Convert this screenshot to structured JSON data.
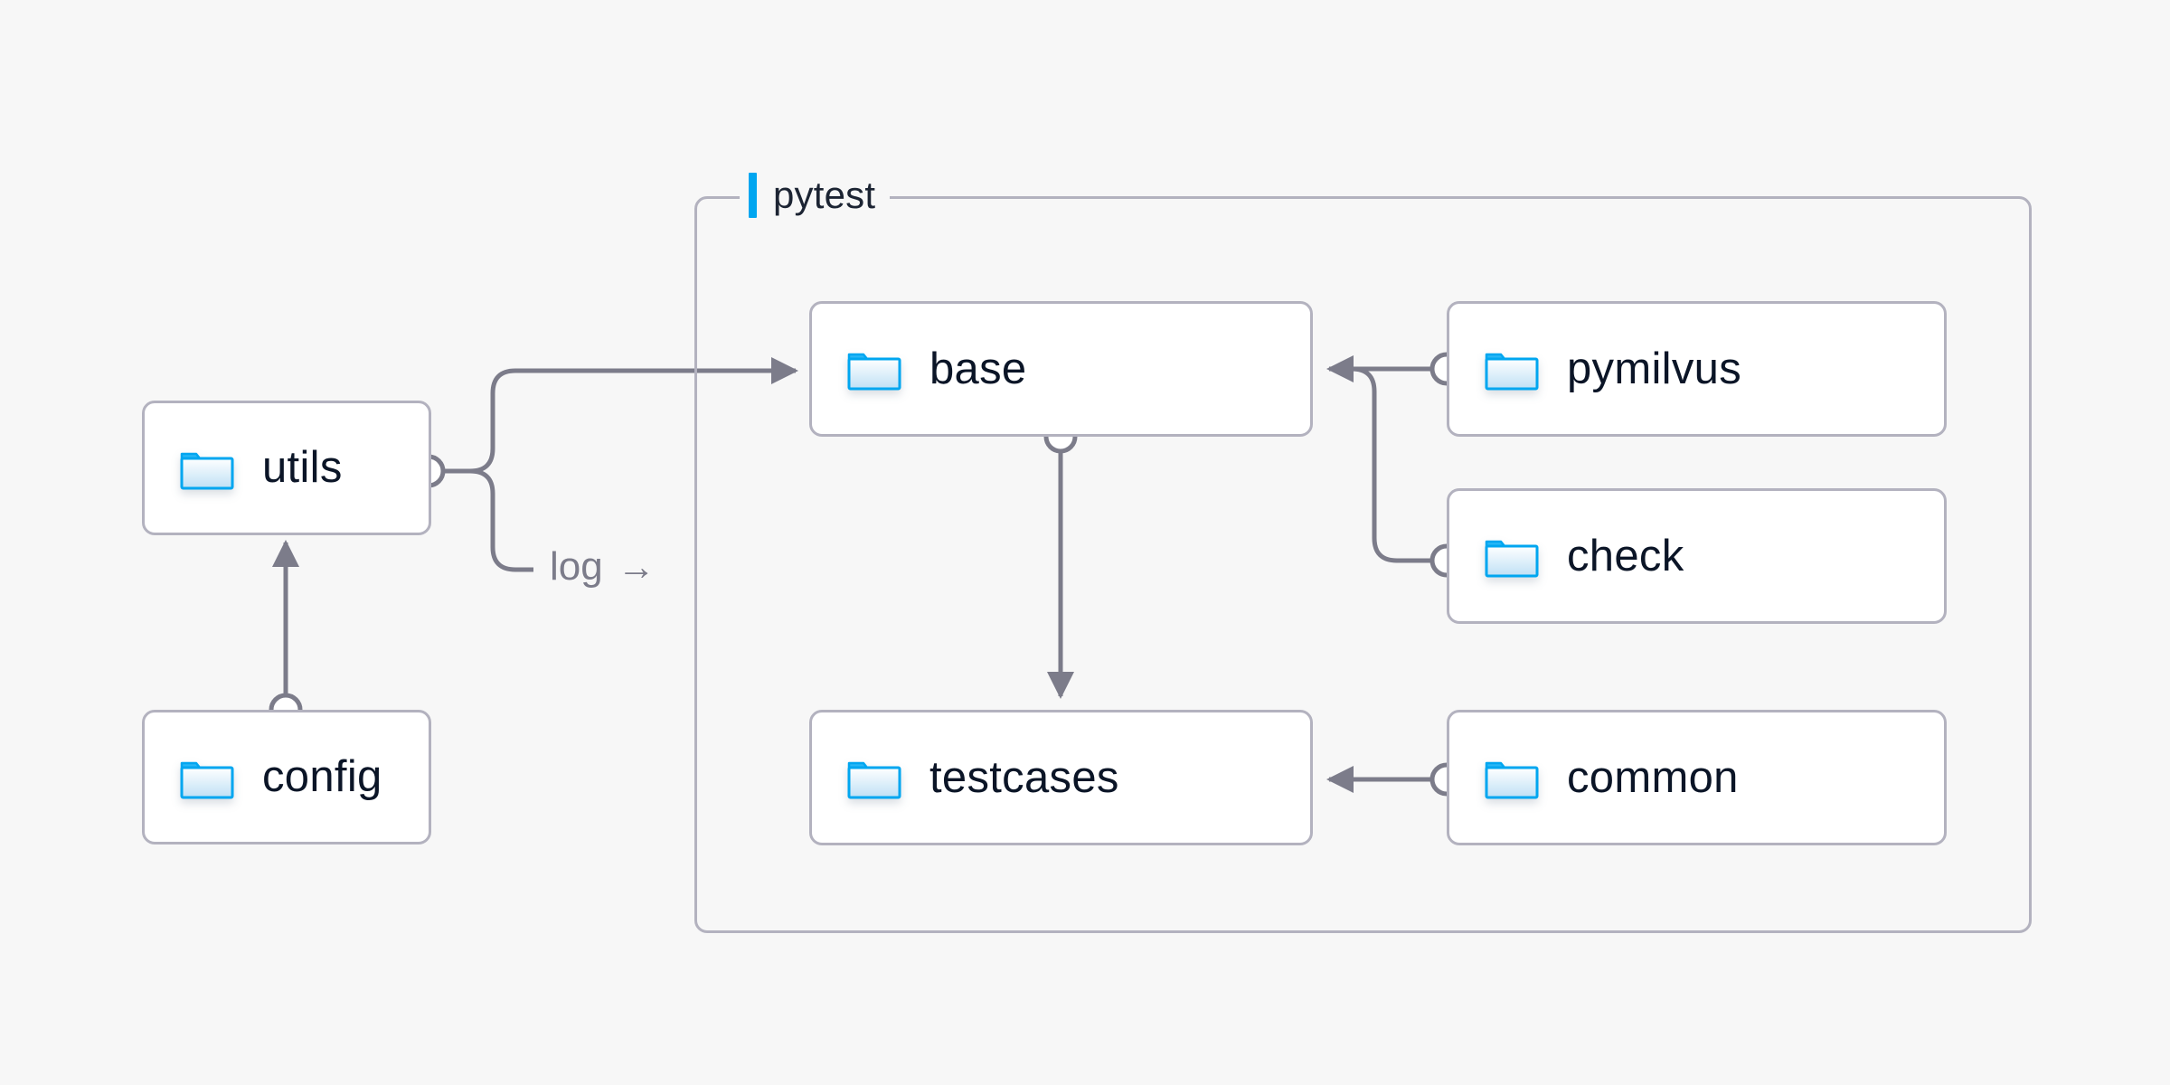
{
  "diagram": {
    "type": "module-dependency-diagram",
    "background_color": "#f7f7f7",
    "node_fill": "#ffffff",
    "node_border_color": "#b3b2bf",
    "edge_color": "#7c7c8a",
    "accent_color": "#00a6f0",
    "label_color": "#0b1527"
  },
  "group": {
    "name": "pytest",
    "label": "pytest",
    "accent_bar_color": "#00a6f0"
  },
  "nodes": [
    {
      "id": "utils",
      "label": "utils",
      "icon": "folder-icon",
      "inside_group": false
    },
    {
      "id": "config",
      "label": "config",
      "icon": "folder-icon",
      "inside_group": false
    },
    {
      "id": "base",
      "label": "base",
      "icon": "folder-icon",
      "inside_group": true
    },
    {
      "id": "testcases",
      "label": "testcases",
      "icon": "folder-icon",
      "inside_group": true
    },
    {
      "id": "pymilvus",
      "label": "pymilvus",
      "icon": "folder-icon",
      "inside_group": true
    },
    {
      "id": "check",
      "label": "check",
      "icon": "folder-icon",
      "inside_group": true
    },
    {
      "id": "common",
      "label": "common",
      "icon": "folder-icon",
      "inside_group": true
    }
  ],
  "edges": [
    {
      "from": "config",
      "to": "utils",
      "label": ""
    },
    {
      "from": "utils",
      "to": "base",
      "label": ""
    },
    {
      "from": "utils",
      "to": "pytest",
      "label": "log"
    },
    {
      "from": "base",
      "to": "testcases",
      "label": ""
    },
    {
      "from": "pymilvus",
      "to": "base",
      "label": ""
    },
    {
      "from": "check",
      "to": "base",
      "label": ""
    },
    {
      "from": "common",
      "to": "testcases",
      "label": ""
    }
  ],
  "edge_labels": {
    "log": "log",
    "log_arrow": "→"
  }
}
